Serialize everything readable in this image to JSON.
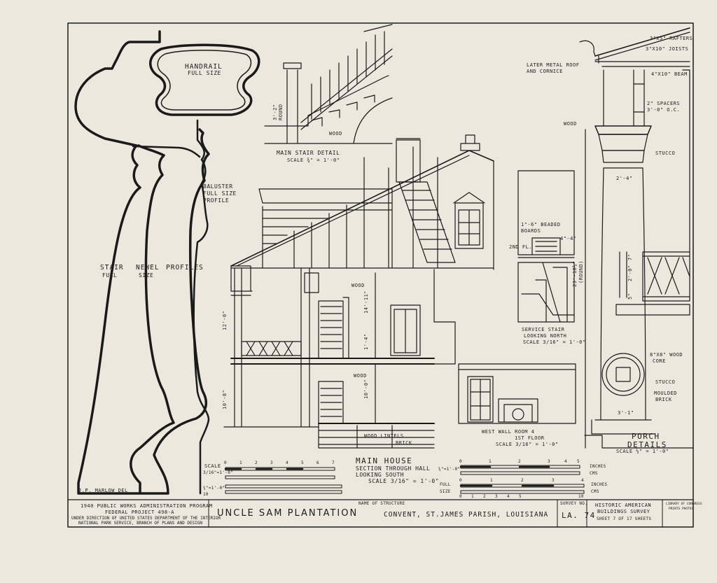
{
  "handrail": {
    "title": "HANDRAIL",
    "sub": "FULL SIZE"
  },
  "baluster": {
    "l1": "BALUSTER",
    "l2": "FULL SIZE",
    "l3": "PROFILE"
  },
  "newel": {
    "w1": "STAIR",
    "w2": "NEWEL",
    "w3": "PROFILES",
    "w4": "FULL",
    "w5": "SIZE"
  },
  "delineator": "J.P. MARLOW DEL",
  "stair_detail": {
    "title": "MAIN STAIR DETAIL",
    "scale": "SCALE  ¾\" = 1'-0\"",
    "wood": "WOOD",
    "round_dim": "3'-2\"",
    "round": "ROUND"
  },
  "section": {
    "wood1": "WOOD",
    "wood2": "WOOD",
    "dim1": "12'-0\"",
    "dim2": "10'-8\"",
    "dim3": "14'-11\"",
    "dim4": "1'-4\"",
    "dim5": "10'-0\"",
    "lintels": "WOOD LINTELS",
    "brick": "BRICK",
    "main_house": "MAIN   HOUSE",
    "sec1": "SECTION   THROUGH HALL",
    "sec2": "LOOKING        SOUTH",
    "scale": "SCALE     3/16\" = 1'-0\""
  },
  "service_stair": {
    "beaded": "1\"-6\" BEADED",
    "boards": "BOARDS",
    "post": "4\"-4\"",
    "floor": "2ND FL.",
    "t1": "SERVICE STAIR",
    "t2": "LOOKING  NORTH",
    "scale": "SCALE  3/16\" = 1'-0\""
  },
  "west_wall": {
    "t1": "WEST WALL  ROOM 4",
    "t2": "1ST FLOOR",
    "scale": "SCALE  3/16\" = 1'-0\""
  },
  "porch": {
    "rafters": "3\"x5\" RAFTERS",
    "joists": "3\"x10\" JOISTS",
    "roof1": "LATER METAL ROOF",
    "roof2": "AND CORNICE",
    "beam": "4\"x10\" BEAM",
    "spacers1": "2\" SPACERS",
    "spacers2": "3'-0\" O.C.",
    "wood": "WOOD",
    "stucco": "STUCCO",
    "dim_top": "2'-4\"",
    "height": "23'-10½\"",
    "round": "(ROUND)",
    "d1": "7\"",
    "d2": "2'-0\"",
    "d3": "5\"",
    "core1": "8\"x8\" WOOD",
    "core2": "CORE",
    "stucco2": "STUCCO",
    "brick1": "MOULDED",
    "brick2": "BRICK",
    "base": "3'-1\"",
    "t1": "PORCH",
    "t2": "DETAILS",
    "scale": "SCALE    ½\" = 1'-0\""
  },
  "scales": {
    "left_a": "SCALE",
    "left_b": "3/16\"=1'-0\"",
    "left_c": "¾\"=1'-0\"",
    "left_d": "10",
    "nums_left": [
      "0",
      "1",
      "2",
      "3",
      "4",
      "5",
      "6",
      "7"
    ],
    "right_a": "¾\"=1'-0\"",
    "nums_right": [
      "0",
      "1",
      "2",
      "3",
      "4",
      "5"
    ],
    "inches": "INCHES",
    "cms": "CMS",
    "full1": "FULL",
    "full2": "SIZE",
    "nums_full": [
      "0",
      "1",
      "2",
      "3",
      "4"
    ],
    "nums_cm": [
      "0",
      "1",
      "2",
      "3",
      "4",
      "5",
      "10"
    ],
    "inches2": "INCHES",
    "cms2": "CMS"
  },
  "title_block": {
    "program": "1940 PUBLIC WORKS ADMINISTRATION PROGRAM",
    "project": "FEDERAL PROJECT  498-A",
    "direction1": "UNDER DIRECTION OF UNITED STATES DEPARTMENT OF THE INTERIOR",
    "direction2": "NATIONAL PARK SERVICE, BRANCH OF PLANS AND DESIGN",
    "structure_label": "NAME OF STRUCTURE",
    "structure": "UNCLE SAM PLANTATION",
    "location": "CONVENT,  ST.JAMES PARISH, LOUISIANA",
    "survey_label": "SURVEY NO.",
    "survey": "LA. 74",
    "habs1": "HISTORIC AMERICAN",
    "habs2": "BUILDINGS SURVEY",
    "sheet": "SHEET  7  OF  17  SHEETS",
    "lib1": "LIBRARY OF CONGRESS",
    "lib2": "PRINTS PHOTOS"
  },
  "colors": {
    "paper": "#ece8de",
    "ink": "#1a1a1a"
  }
}
